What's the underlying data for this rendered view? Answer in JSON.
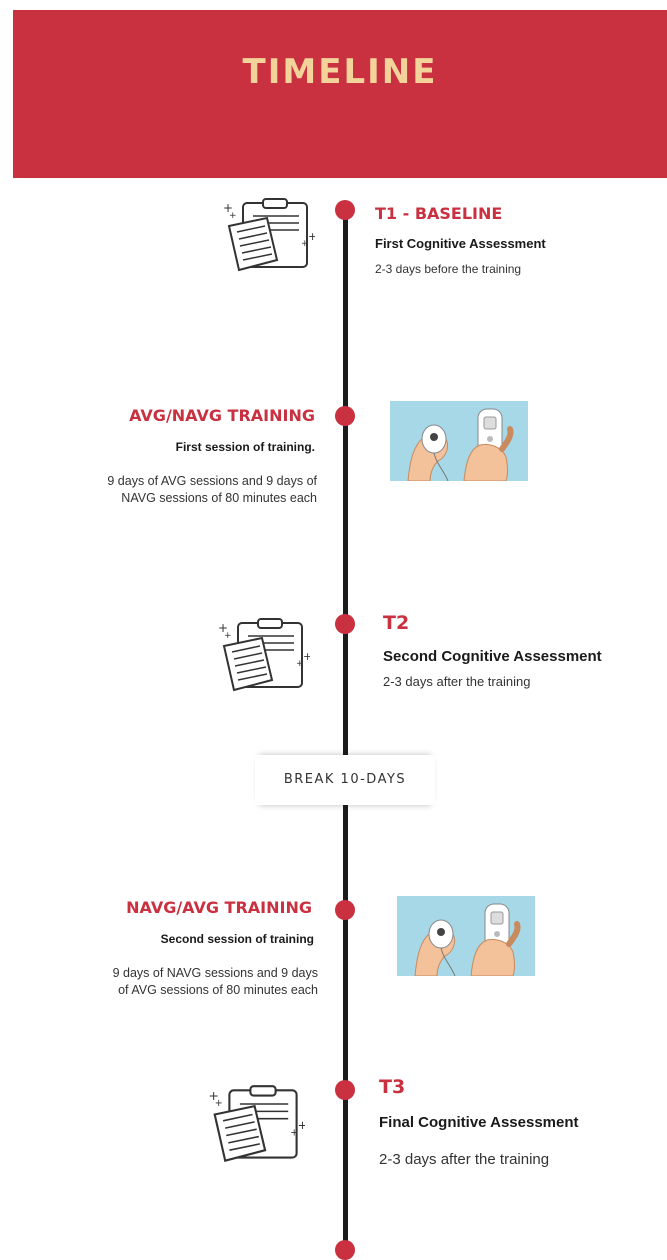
{
  "header": {
    "title": "TIMELINE",
    "bg_color": "#c93040",
    "title_color": "#f2d39a"
  },
  "break": {
    "label": "BREAK 10-DAYS"
  },
  "events": [
    {
      "title": "T1 - BASELINE",
      "subtitle": "First Cognitive Assessment",
      "detail": "2-3 days before the training",
      "icon": "clipboard-documents-icon"
    },
    {
      "title": "AVG/NAVG TRAINING",
      "subtitle": "First session of training.",
      "detail_line1": "9 days of AVG sessions and 9 days of",
      "detail_line2": "NAVG sessions of 80 minutes each",
      "image": "wii-remote-hands-photo"
    },
    {
      "title": "T2",
      "subtitle": "Second Cognitive Assessment",
      "detail": "2-3 days after the training",
      "icon": "clipboard-documents-icon"
    },
    {
      "title": "NAVG/AVG TRAINING",
      "subtitle": "Second session of training",
      "detail_line1": "9 days of NAVG sessions and 9 days",
      "detail_line2": "of AVG sessions of 80 minutes each",
      "image": "wii-remote-hands-photo"
    },
    {
      "title": "T3",
      "subtitle": "Final Cognitive Assessment",
      "detail": "2-3 days after the training",
      "icon": "clipboard-documents-icon"
    }
  ],
  "colors": {
    "accent": "#c93040",
    "axis": "#1c1c1c",
    "photo_bg": "#a6d8e8"
  }
}
